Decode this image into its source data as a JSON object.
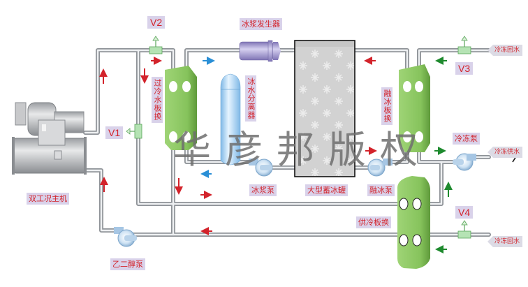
{
  "diagram": {
    "title": "冰浆蓄冰系统流程图",
    "components": {
      "chiller": "双工况主机",
      "subcool_hx": "过冷水板换",
      "ice_slurry_generator": "冰浆发生器",
      "ice_water_separator": "冰水分离器",
      "ice_tank": "大型蓄冰罐",
      "ice_melt_hx": "融冰板换",
      "supply_cooling_hx": "供冷板换",
      "ice_slurry_pump": "冰浆泵",
      "ice_melt_pump": "融冰泵",
      "chilled_pump": "冷冻泵",
      "glycol_pump": "乙二醇泵"
    },
    "valves": [
      "V1",
      "V2",
      "V3",
      "V4"
    ],
    "terminals": {
      "return_top": "冷冻回水",
      "supply": "冷冻供水",
      "return_bottom": "冷冻回水"
    },
    "watermark": "华彦邦版权",
    "colors": {
      "pipe": "#a9adb2",
      "hx_green": "#8cc863",
      "label_bg": "#d9d2ea",
      "label_text": "#d3232b",
      "arrow_red": "#d3232b",
      "arrow_blue": "#2a8fd6",
      "arrow_green": "#1e8a2e",
      "tank_fill": "#d4d4d4",
      "generator": "#9c91c9",
      "separator": "#a9d3f2"
    }
  }
}
